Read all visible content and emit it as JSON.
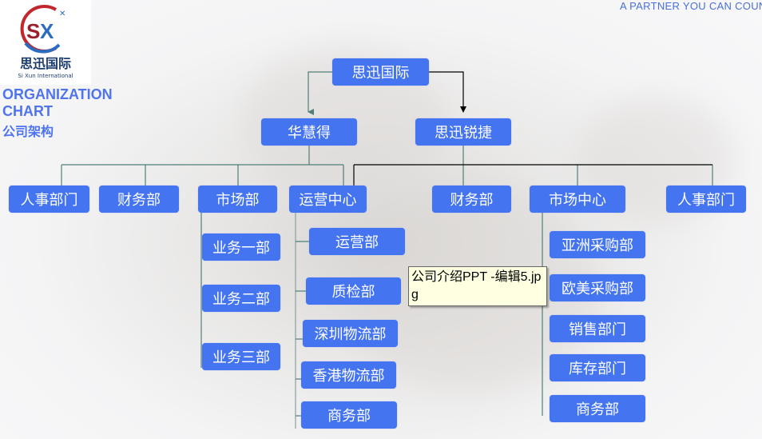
{
  "header": {
    "tagline": "A PARTNER YOU CAN COUN",
    "logo_text_cn": "思迅国际",
    "logo_text_en": "Si Xun International",
    "title_line1": "ORGANIZATION",
    "title_line2": "CHART",
    "title_cn": "公司架构"
  },
  "colors": {
    "box": "#4474f0",
    "title": "#4f74ee",
    "line": "#4f7f78"
  },
  "chart": {
    "root": "思迅国际",
    "level2": [
      "华慧得",
      "思迅锐捷"
    ],
    "huahuide": [
      "人事部门",
      "财务部",
      "市场部",
      "运营中心"
    ],
    "ruijie": [
      "财务部",
      "市场中心",
      "人事部门"
    ],
    "market": [
      "业务一部",
      "业务二部",
      "业务三部"
    ],
    "ops": [
      "运营部",
      "质检部",
      "深圳物流部",
      "香港物流部",
      "商务部"
    ],
    "market_center": [
      "亚洲采购部",
      "欧美采购部",
      "销售部门",
      "库存部门",
      "商务部"
    ]
  },
  "tooltip": "公司介绍PPT -编辑5.jpg"
}
